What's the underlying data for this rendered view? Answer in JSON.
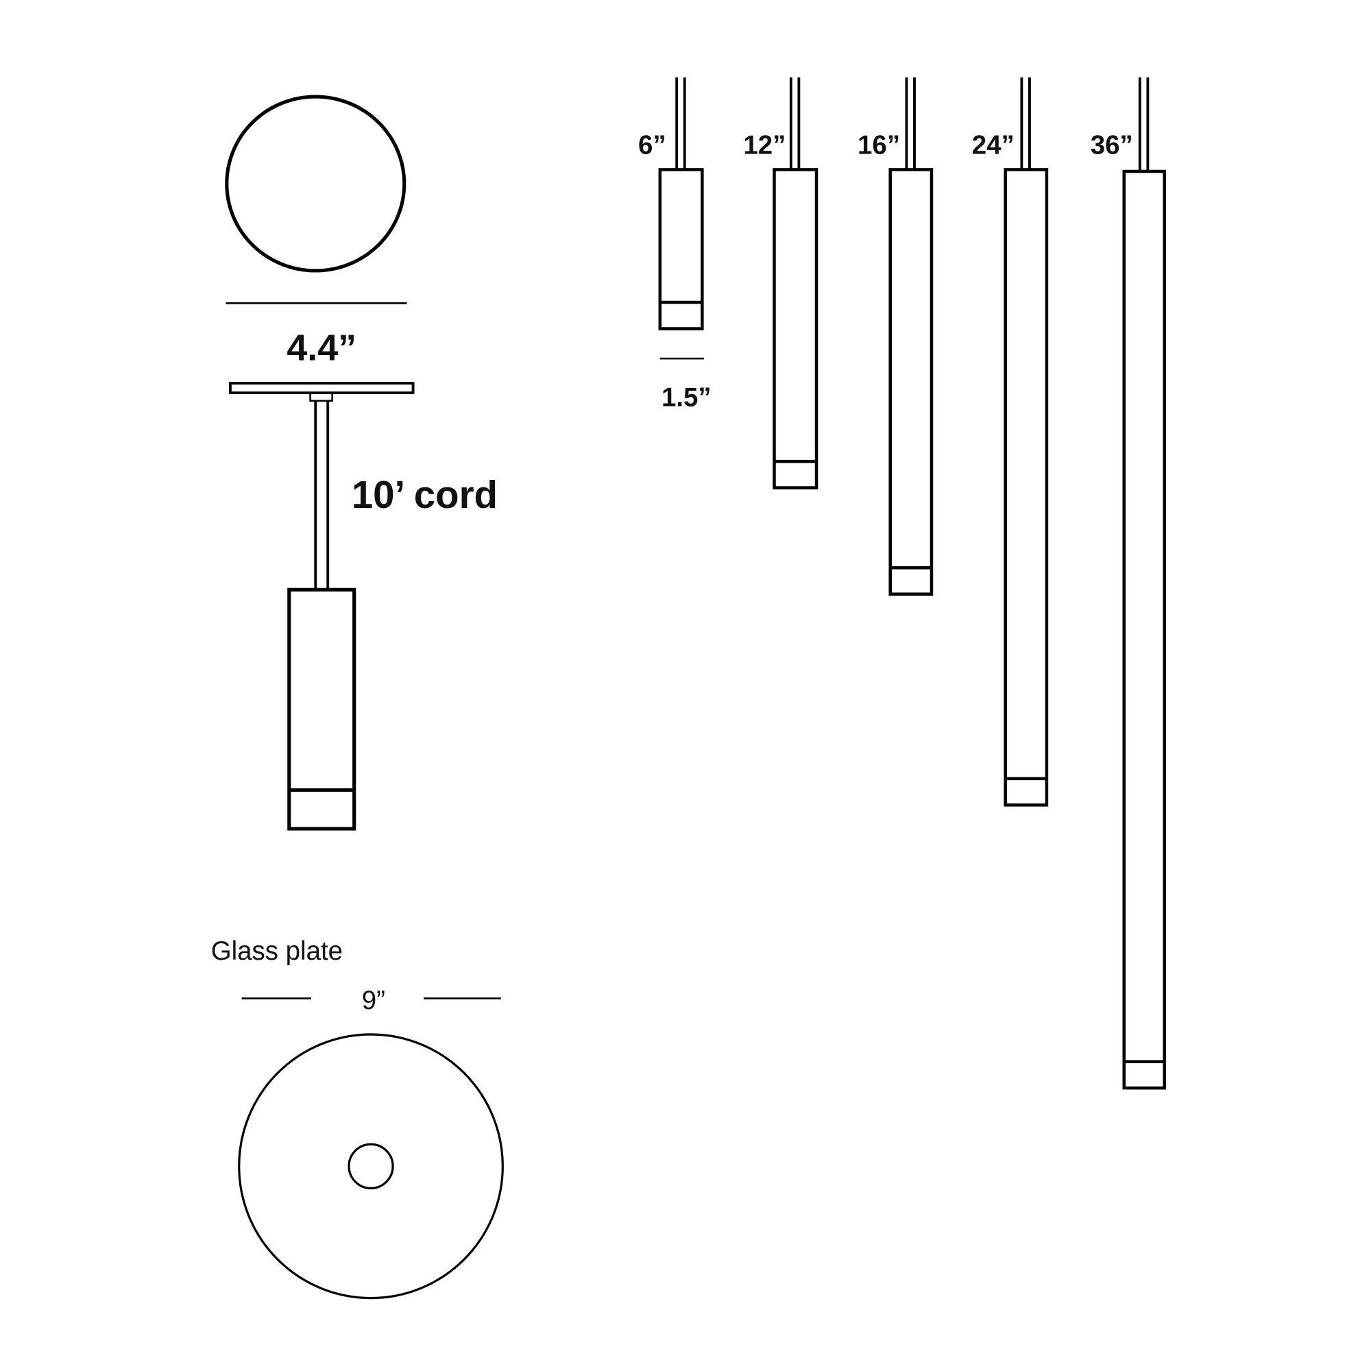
{
  "canopy": {
    "diameter_label": "4.4”",
    "cord_label": "10’ cord"
  },
  "glass_plate": {
    "title": "Glass plate",
    "diameter_label": "9”"
  },
  "pendants": {
    "width_label": "1.5”",
    "sizes": [
      {
        "label": "6”",
        "length_in": 6
      },
      {
        "label": "12”",
        "length_in": 12
      },
      {
        "label": "16”",
        "length_in": 16
      },
      {
        "label": "24”",
        "length_in": 24
      },
      {
        "label": "36”",
        "length_in": 36
      }
    ]
  }
}
